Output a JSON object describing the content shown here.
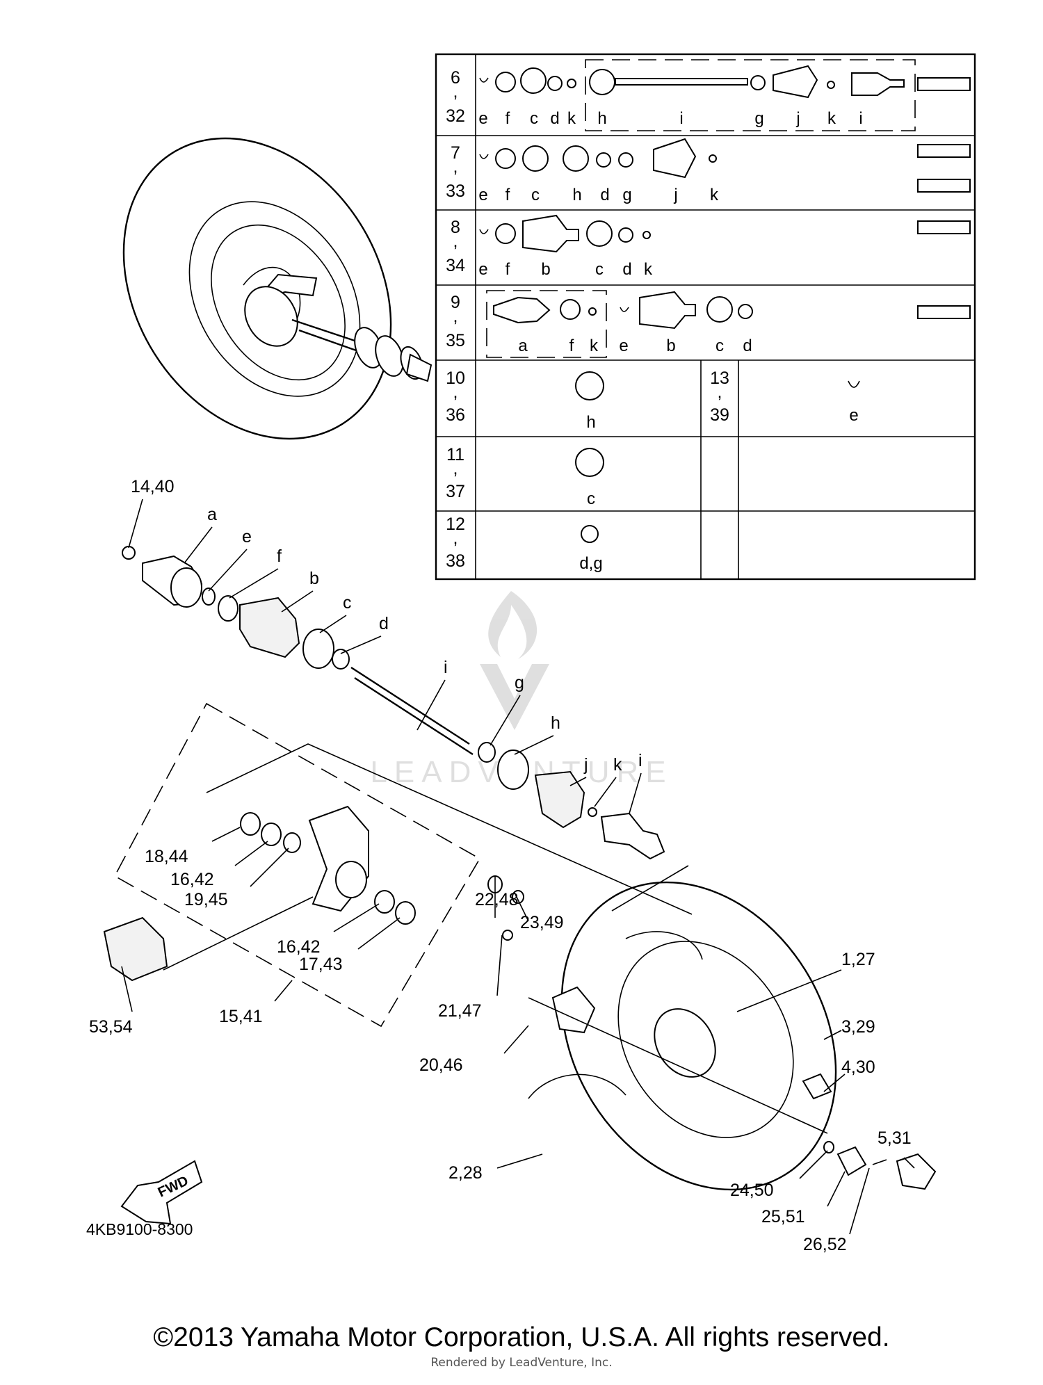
{
  "diagram_code": "4KB9100-8300",
  "copyright": "©2013 Yamaha Motor Corporation, U.S.A. All rights reserved.",
  "rendered_by": "Rendered by LeadVenture, Inc.",
  "watermark": "LEADVENTURE",
  "fwd_label": "FWD",
  "table": {
    "rows": [
      {
        "a": "6",
        "b": "32",
        "letters": [
          "e",
          "f",
          "c",
          "d",
          "k",
          "h",
          "i",
          "g",
          "j",
          "k",
          "i"
        ]
      },
      {
        "a": "7",
        "b": "33",
        "letters": [
          "e",
          "f",
          "c",
          "h",
          "d",
          "g",
          "j",
          "k"
        ]
      },
      {
        "a": "8",
        "b": "34",
        "letters": [
          "e",
          "f",
          "b",
          "c",
          "d",
          "k"
        ]
      },
      {
        "a": "9",
        "b": "35",
        "letters": [
          "a",
          "f",
          "k",
          "e",
          "b",
          "c",
          "d"
        ]
      },
      {
        "a": "10",
        "b": "36",
        "letter": "h",
        "a2": "13",
        "b2": "39",
        "letter2": "e"
      },
      {
        "a": "11",
        "b": "37",
        "letter": "c"
      },
      {
        "a": "12",
        "b": "38",
        "letter": "d,g"
      }
    ]
  },
  "callouts": {
    "c14_40": "14,40",
    "a": "a",
    "e": "e",
    "f": "f",
    "b": "b",
    "c": "c",
    "d": "d",
    "i1": "i",
    "g": "g",
    "h": "h",
    "j": "j",
    "k": "k",
    "i2": "i",
    "c18_44": "18,44",
    "c16_42a": "16,42",
    "c19_45": "19,45",
    "c16_42b": "16,42",
    "c17_43": "17,43",
    "c15_41": "15,41",
    "c53_54": "53,54",
    "c22_48": "22,48",
    "c23_49": "23,49",
    "c21_47": "21,47",
    "c20_46": "20,46",
    "c1_27": "1,27",
    "c3_29": "3,29",
    "c4_30": "4,30",
    "c5_31": "5,31",
    "c2_28": "2,28",
    "c24_50": "24,50",
    "c25_51": "25,51",
    "c26_52": "26,52"
  }
}
